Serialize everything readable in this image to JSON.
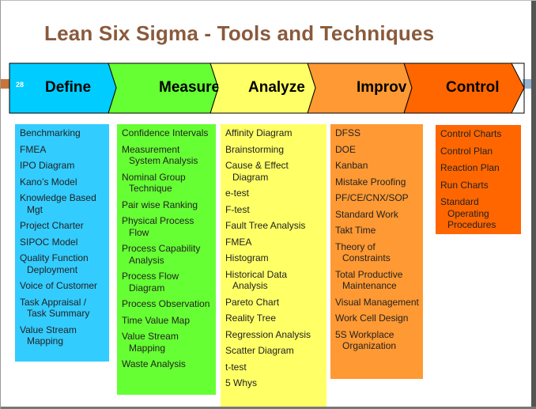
{
  "title": "Lean Six Sigma - Tools and Techniques",
  "page_number": "28",
  "colors": {
    "define": "#33ccff",
    "measure": "#66ff33",
    "analyze": "#ffff66",
    "improve": "#ff9933",
    "control": "#ff6600",
    "title": "#8a5a3c"
  },
  "phases": [
    {
      "label": "Define"
    },
    {
      "label": "Measure"
    },
    {
      "label": "Analyze"
    },
    {
      "label": "Improv"
    },
    {
      "label": "Control"
    }
  ],
  "columns": {
    "define": [
      "Benchmarking",
      "FMEA",
      "IPO Diagram",
      "Kano’s Model",
      "Knowledge Based Mgt",
      "Project Charter",
      "SIPOC Model",
      "Quality Function Deployment",
      "Voice of Customer",
      "Task Appraisal / Task Summary",
      "Value Stream Mapping"
    ],
    "measure": [
      "Confidence Intervals",
      "Measurement System Analysis",
      "Nominal Group Technique",
      "Pair wise Ranking",
      "Physical Process Flow",
      "Process Capability Analysis",
      "Process Flow Diagram",
      "Process Observation",
      "Time Value Map",
      "Value Stream Mapping",
      "Waste Analysis"
    ],
    "analyze": [
      "Affinity Diagram",
      "Brainstorming",
      "Cause & Effect Diagram",
      "e-test",
      "F-test",
      "Fault Tree Analysis",
      "FMEA",
      "Histogram",
      "Historical Data Analysis",
      "Pareto Chart",
      "Reality Tree",
      "Regression Analysis",
      "Scatter Diagram",
      "t-test",
      "5 Whys"
    ],
    "improve": [
      "DFSS",
      "DOE",
      "Kanban",
      "Mistake Proofing",
      "PF/CE/CNX/SOP",
      "Standard Work",
      "Takt Time",
      "Theory of Constraints",
      "Total Productive Maintenance",
      "Visual Management",
      "Work Cell Design",
      "5S Workplace Organization"
    ],
    "control": [
      "Control Charts",
      "Control Plan",
      "Reaction Plan",
      "Run Charts",
      "Standard Operating Procedures"
    ]
  }
}
